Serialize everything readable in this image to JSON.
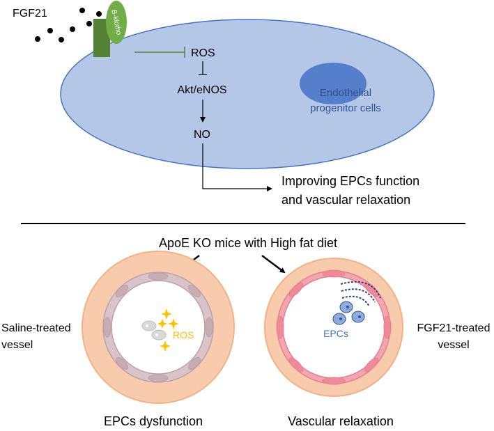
{
  "top_panel": {
    "fgf21_label": "FGF21",
    "receptor_label": "B-klotho",
    "ros_label": "ROS",
    "akt_label": "Akt/eNOS",
    "no_label": "NO",
    "nucleus_label_line1": "Endothelial",
    "nucleus_label_line2": "progenitor cells",
    "outcome_line1": "Improving EPCs function",
    "outcome_line2": "and vascular relaxation"
  },
  "bottom_panel": {
    "condition_label": "ApoE KO mice with High fat diet",
    "left_vessel_label_line1": "Saline-treated",
    "left_vessel_label_line2": "vessel",
    "ros_label": "ROS",
    "left_caption": "EPCs dysfunction",
    "epcs_label": "EPCs",
    "right_vessel_label_line1": "FGF21-treated",
    "right_vessel_label_line2": "vessel",
    "right_caption": "Vascular relaxation"
  },
  "colors": {
    "cell_fill": "#b4c7e7",
    "cell_stroke": "#4472c4",
    "nucleus_fill": "#4472c4",
    "nucleus_text": "#2f528f",
    "receptor_fill": "#548235",
    "receptor_head_fill": "#70ad47",
    "vessel_outer": "#f8cbad",
    "vessel_outer_stroke": "#f4b183",
    "left_lumen_ring": "#d9c4c9",
    "right_lumen_ring": "#f4a6b0",
    "ros_color": "#ffc000",
    "epc_fill": "#8faadc",
    "epc_stroke": "#2f5597",
    "ink": "#000000"
  }
}
